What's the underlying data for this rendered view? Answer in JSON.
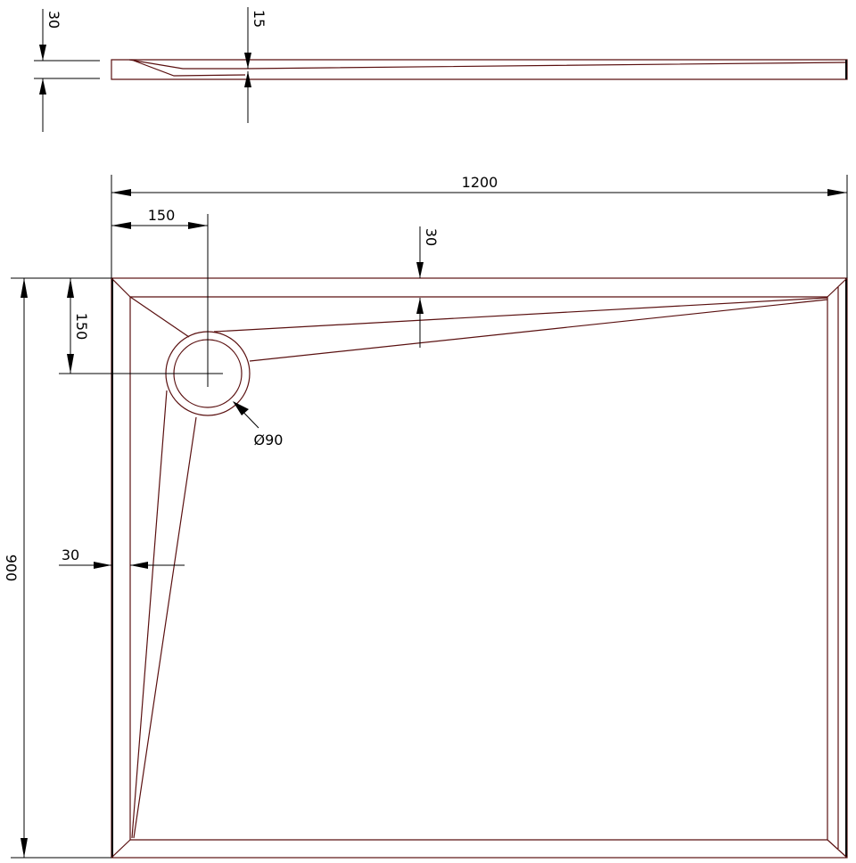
{
  "dimensions": {
    "side_height": "30",
    "side_drain_depth": "15",
    "width": "1200",
    "drain_offset_x": "150",
    "rim_top": "30",
    "drain_offset_y": "150",
    "rim_left": "30",
    "height": "900",
    "drain_diameter": "Ø90"
  }
}
